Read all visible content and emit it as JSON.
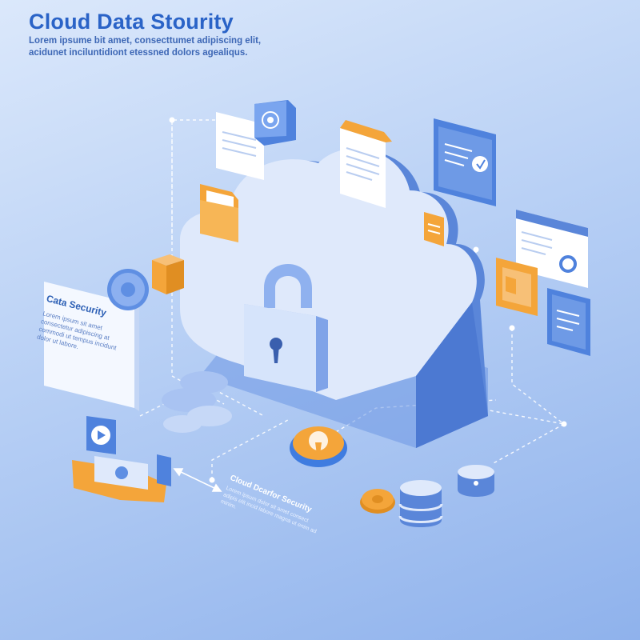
{
  "header": {
    "title": "Cloud Data Stourity",
    "subtitle": "Lorem ipsume bit amet, consecttumet adipiscing elit, acidunet inciluntidiont etessned dolors agealiqus."
  },
  "side_card": {
    "title": "Cata Security",
    "body": "Lorem ipsum sit amet consectetur adipiscing at commodi ut tempus incidunt dolor ut labore."
  },
  "bottom_label": {
    "title": "Cloud Dcarfor Security",
    "body": "Lorem ipsum dolor sit amet consect adipis elit incid labore magna ut enim ad minim."
  },
  "colors": {
    "background": "#b8d0f5",
    "cloud": "#dfe9fb",
    "cloud_shadow": "#5a86d9",
    "accent_orange": "#f4a53a",
    "accent_blue": "#3f7ce0"
  }
}
